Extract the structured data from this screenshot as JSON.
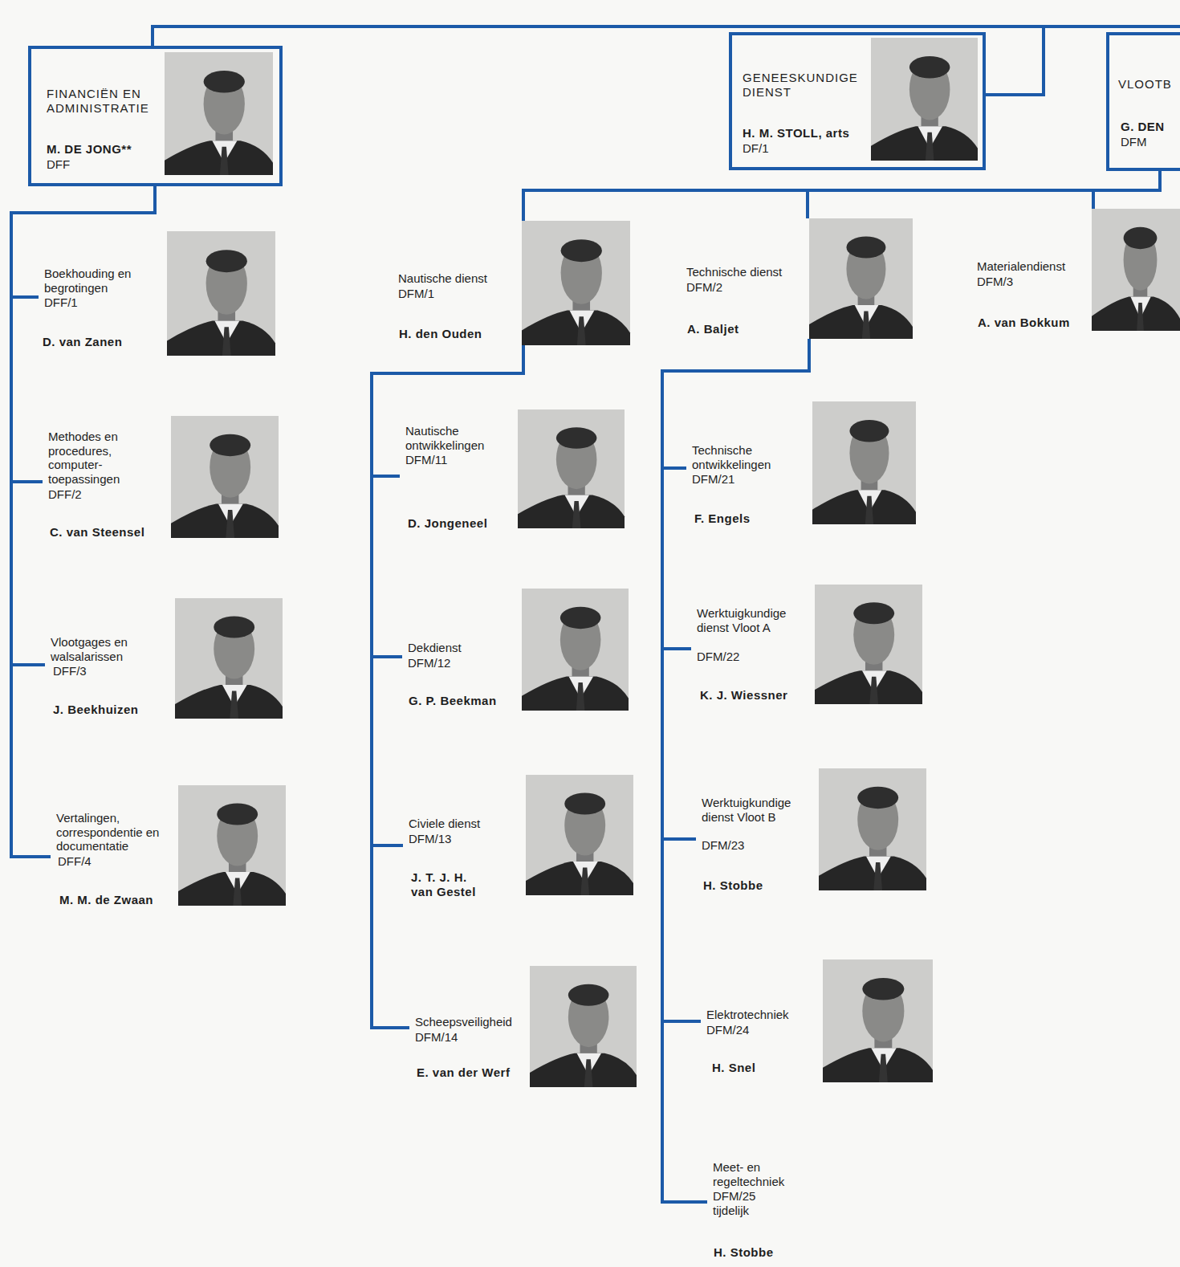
{
  "diagram": {
    "nodes": [
      {
        "text": [
          "FINANCIËN EN ADMINISTRATIE",
          "M. DE JONG**",
          "DFF"
        ]
      },
      {
        "text": [
          "GENEESKUNDIGE DIENST",
          "H. M. STOLL, arts",
          "DF/1"
        ]
      },
      {
        "text": [
          "VLOOTB",
          "G. DEN",
          "DFM"
        ]
      },
      {
        "text": [
          "Boekhouding en begrotingen",
          "DFF/1",
          "D. van Zanen"
        ]
      },
      {
        "text": [
          "Methodes en procedures, computer- toepassingen",
          "DFF/2",
          "C. van Steensel"
        ]
      },
      {
        "text": [
          "Vlootgages en walsalarissen",
          "DFF/3",
          "J. Beekhuizen"
        ]
      },
      {
        "text": [
          "Vertalingen, correspondentie en documentatie",
          "DFF/4",
          "M. M. de Zwaan"
        ]
      },
      {
        "text": [
          "Nautische dienst",
          "DFM/1",
          "H. den Ouden"
        ]
      },
      {
        "text": [
          "Technische dienst",
          "DFM/2",
          "A. Baljet"
        ]
      },
      {
        "text": [
          "Materialendienst",
          "DFM/3",
          "A. van Bokkum"
        ]
      },
      {
        "text": [
          "Nautische ontwikkelingen",
          "DFM/11",
          "D. Jongeneel"
        ]
      },
      {
        "text": [
          "Dekdienst",
          "DFM/12",
          "G. P. Beekman"
        ]
      },
      {
        "text": [
          "Civiele dienst",
          "DFM/13",
          "J. T. J. H. van Gestel"
        ]
      },
      {
        "text": [
          "Scheepsveiligheid",
          "DFM/14",
          "E. van der Werf"
        ]
      },
      {
        "text": [
          "Technische ontwikkelingen",
          "DFM/21",
          "F. Engels"
        ]
      },
      {
        "text": [
          "Werktuigkundige dienst Vloot A",
          "DFM/22",
          "K. J. Wiessner"
        ]
      },
      {
        "text": [
          "Werktuigkundige dienst Vloot B",
          "DFM/23",
          "H. Stobbe"
        ]
      },
      {
        "text": [
          "Elektrotechniek",
          "DFM/24",
          "H. Snel"
        ]
      },
      {
        "text": [
          "Meet- en regeltechniek",
          "DFM/25 tijdelijk",
          "H. Stobbe"
        ]
      }
    ],
    "edges": [
      {
        "from": 0,
        "to": 3,
        "arrow": "none"
      },
      {
        "from": 0,
        "to": 4,
        "arrow": "none"
      },
      {
        "from": 0,
        "to": 5,
        "arrow": "none"
      },
      {
        "from": 0,
        "to": 6,
        "arrow": "none"
      },
      {
        "from": 2,
        "to": 7,
        "arrow": "none"
      },
      {
        "from": 2,
        "to": 8,
        "arrow": "none"
      },
      {
        "from": 2,
        "to": 9,
        "arrow": "none"
      },
      {
        "from": 7,
        "to": 10,
        "arrow": "none"
      },
      {
        "from": 7,
        "to": 11,
        "arrow": "none"
      },
      {
        "from": 7,
        "to": 12,
        "arrow": "none"
      },
      {
        "from": 7,
        "to": 13,
        "arrow": "none"
      },
      {
        "from": 8,
        "to": 14,
        "arrow": "none"
      },
      {
        "from": 8,
        "to": 15,
        "arrow": "none"
      },
      {
        "from": 8,
        "to": 16,
        "arrow": "none"
      },
      {
        "from": 8,
        "to": 17,
        "arrow": "none"
      },
      {
        "from": 8,
        "to": 18,
        "arrow": "none"
      }
    ]
  }
}
